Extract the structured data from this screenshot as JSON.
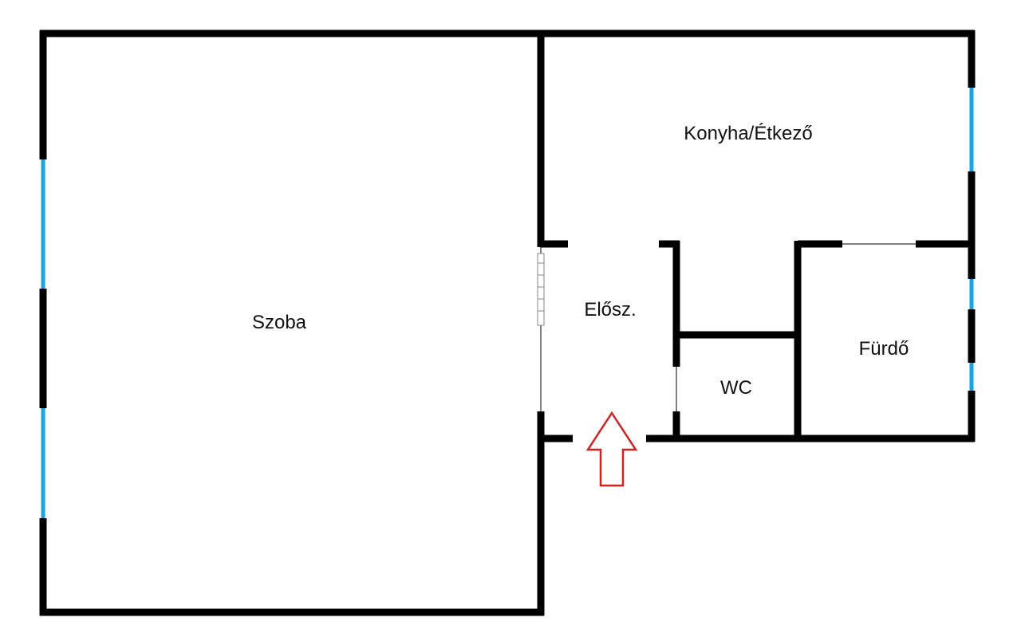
{
  "colors": {
    "wall": "#000000",
    "window": "#1aa3e0",
    "entrance_arrow": "#d62020",
    "background": "#ffffff"
  },
  "rooms": {
    "szoba": "Szoba",
    "konyha": "Konyha/Étkező",
    "eloszoba": "Elősz.",
    "wc": "WC",
    "furdo": "Fürdő"
  },
  "entrance": {
    "icon": "entrance-arrow-icon"
  }
}
